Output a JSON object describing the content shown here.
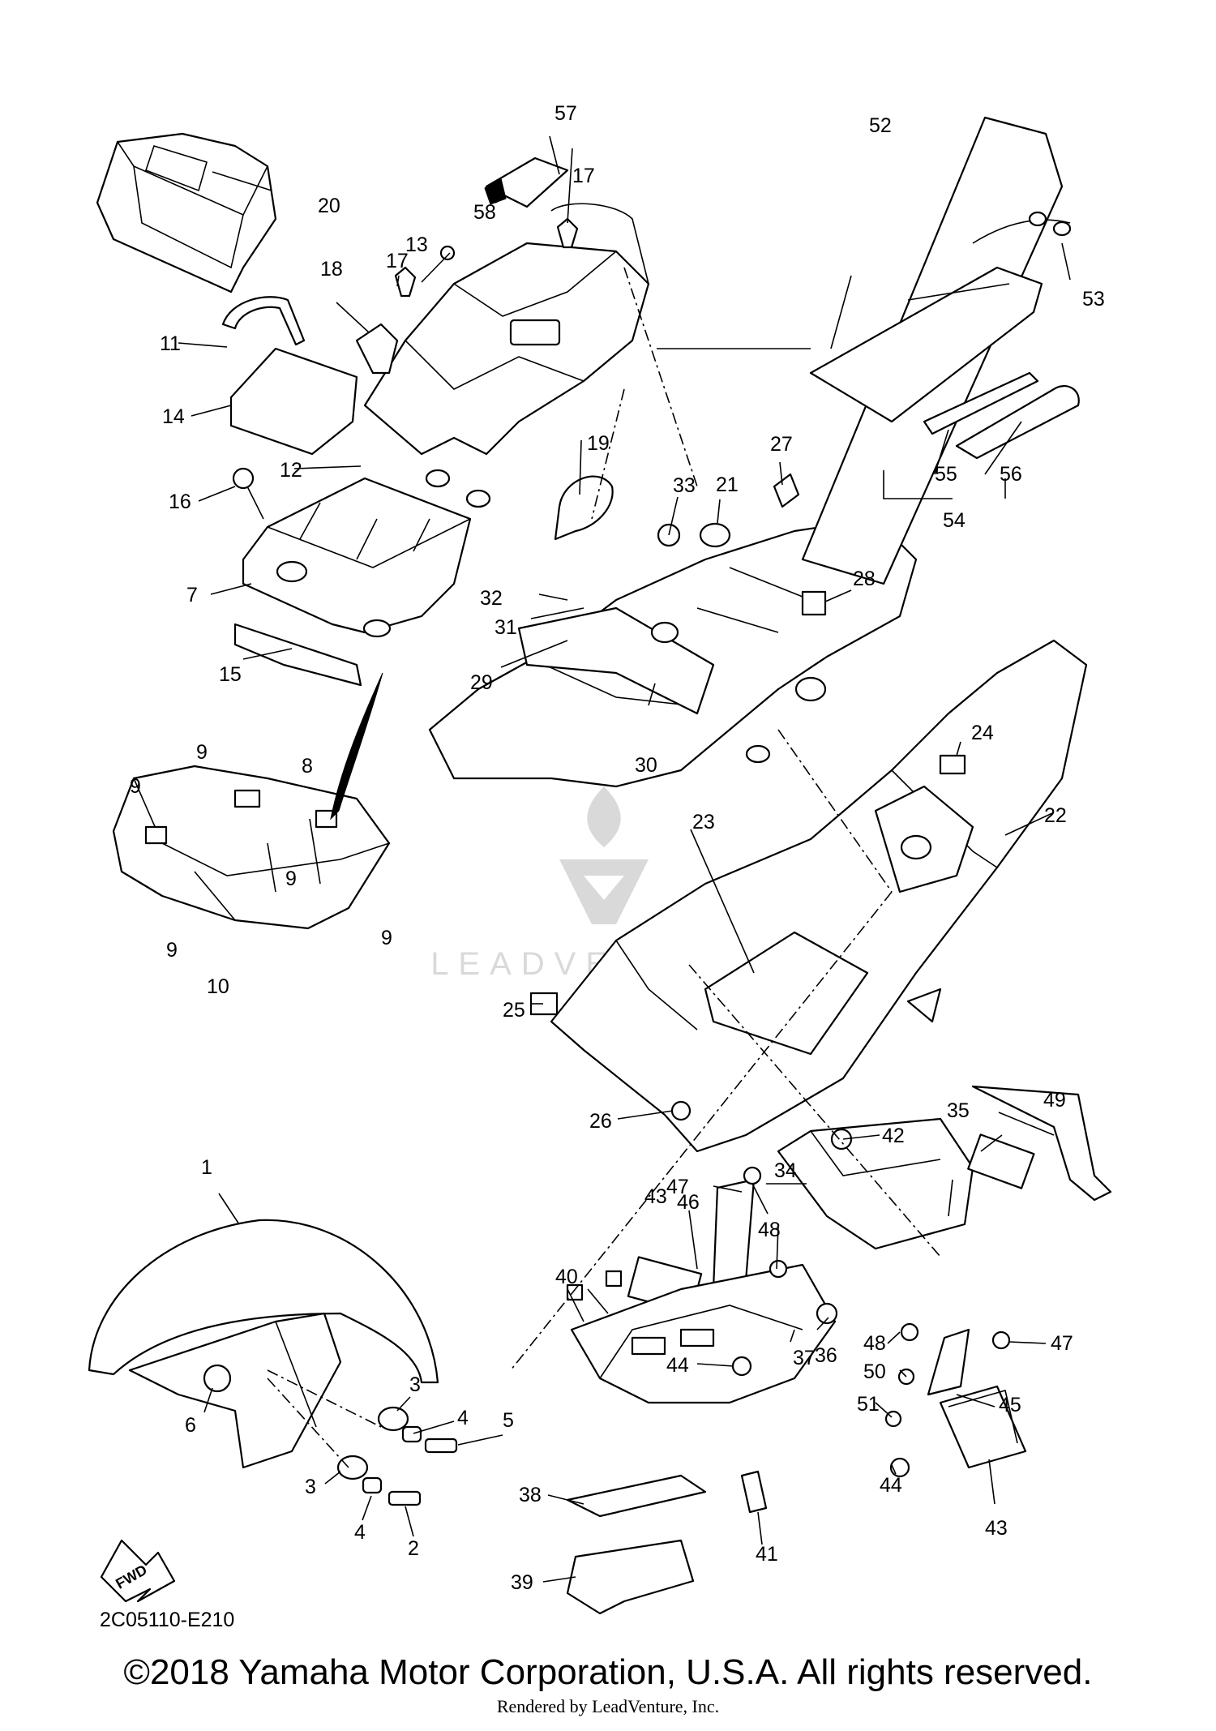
{
  "diagram_code": "2C05110-E210",
  "fwd_label": "FWD",
  "watermark": "LEADVENTURE",
  "copyright": "©2018 Yamaha Motor Corporation, U.S.A. All rights reserved.",
  "rendered_by": "Rendered by LeadVenture, Inc.",
  "callouts": {
    "c1": "1",
    "c2": "2",
    "c3a": "3",
    "c3b": "3",
    "c4a": "4",
    "c4b": "4",
    "c5": "5",
    "c6": "6",
    "c7": "7",
    "c8": "8",
    "c9a": "9",
    "c9b": "9",
    "c9c": "9",
    "c9d": "9",
    "c9e": "9",
    "c10": "10",
    "c11": "11",
    "c12": "12",
    "c13": "13",
    "c14": "14",
    "c15": "15",
    "c16": "16",
    "c17a": "17",
    "c17b": "17",
    "c18": "18",
    "c19": "19",
    "c20": "20",
    "c21": "21",
    "c22": "22",
    "c23": "23",
    "c24": "24",
    "c25": "25",
    "c26": "26",
    "c27": "27",
    "c28": "28",
    "c29": "29",
    "c30": "30",
    "c31": "31",
    "c32": "32",
    "c33": "33",
    "c34": "34",
    "c35": "35",
    "c36": "36",
    "c37": "37",
    "c38": "38",
    "c39": "39",
    "c40": "40",
    "c41": "41",
    "c42": "42",
    "c43a": "43",
    "c43b": "43",
    "c44a": "44",
    "c44b": "44",
    "c45": "45",
    "c46": "46",
    "c47a": "47",
    "c47b": "47",
    "c48a": "48",
    "c48b": "48",
    "c49": "49",
    "c50": "50",
    "c51": "51",
    "c52": "52",
    "c53": "53",
    "c54": "54",
    "c55": "55",
    "c56": "56",
    "c57": "57",
    "c58": "58"
  }
}
